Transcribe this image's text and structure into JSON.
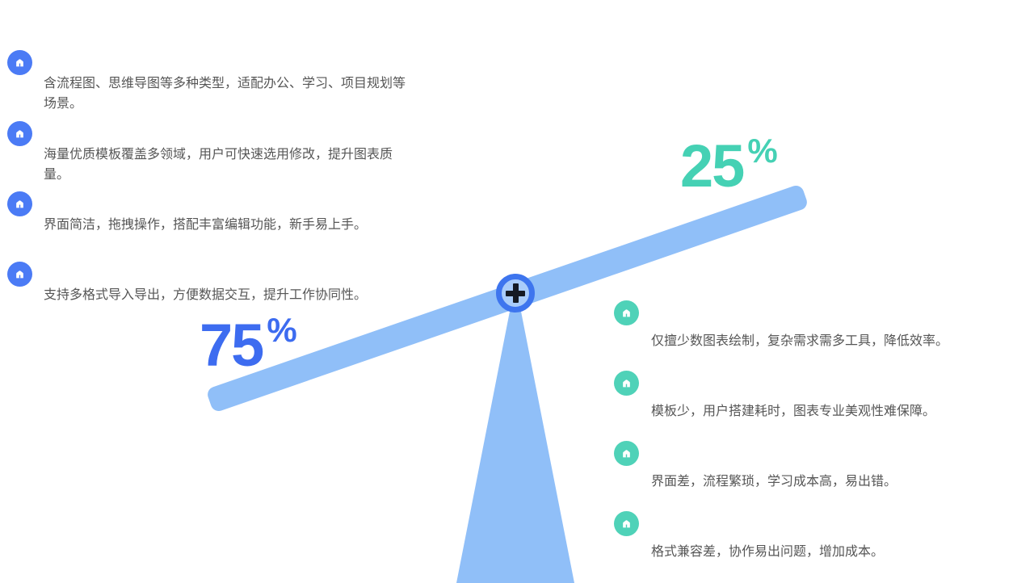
{
  "colors": {
    "beam": "#90bff8",
    "pivot_ring": "#3e75ee",
    "pivot_fill": "#a9ccfa",
    "plus": "#151a23",
    "left_accent": "#4b7bf5",
    "left_percent_color": "#3d6cf0",
    "right_accent": "#4fd2b8",
    "right_percent_color": "#45d1b4",
    "text": "#565656"
  },
  "left": {
    "percent": "75",
    "percent_symbol": "%",
    "items": [
      {
        "text": "含流程图、思维导图等多种类型，适配办公、学习、项目规划等场景。"
      },
      {
        "text": "海量优质模板覆盖多领域，用户可快速选用修改，提升图表质量。"
      },
      {
        "text": "界面简洁，拖拽操作，搭配丰富编辑功能，新手易上手。"
      },
      {
        "text": "支持多格式导入导出，方便数据交互，提升工作协同性。"
      }
    ]
  },
  "right": {
    "percent": "25",
    "percent_symbol": "%",
    "items": [
      {
        "text": "仅擅少数图表绘制，复杂需求需多工具，降低效率。"
      },
      {
        "text": "模板少，用户搭建耗时，图表专业美观性难保障。"
      },
      {
        "text": "界面差，流程繁琐，学习成本高，易出错。"
      },
      {
        "text": "格式兼容差，协作易出问题，增加成本。"
      }
    ]
  }
}
